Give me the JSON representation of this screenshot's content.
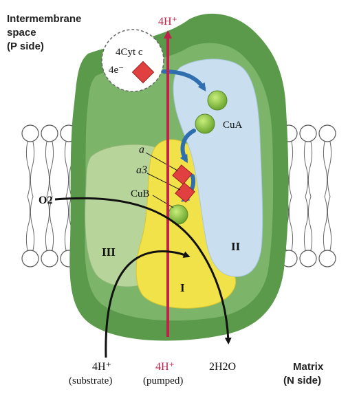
{
  "labels": {
    "intermembrane_line1": "Intermembrane",
    "intermembrane_line2": "space",
    "p_side": "(P side)",
    "cyt_c": "4Cyt c",
    "electrons": "4e⁻",
    "top_protons": "4H⁺",
    "cu_a": "CuA",
    "heme_a": "a",
    "heme_a3": "a3",
    "cu_b": "CuB",
    "oxygen": "O2",
    "subunit_iii": "III",
    "subunit_ii": "II",
    "subunit_i": "I",
    "substrate_protons": "4H⁺",
    "substrate_label": "(substrate)",
    "pumped_protons": "4H⁺",
    "pumped_label": "(pumped)",
    "water": "2H2O",
    "matrix": "Matrix",
    "n_side": "(N side)"
  },
  "colors": {
    "outer_green": "#5a9a4a",
    "mid_green": "#7cb56a",
    "subunit_iii_fill": "#b7d49a",
    "subunit_i_fill": "#f2e24a",
    "subunit_ii_fill": "#c9dff0",
    "proton_arrow": "#c0204a",
    "copper": "#8cc44a",
    "heme": "#e04040"
  }
}
